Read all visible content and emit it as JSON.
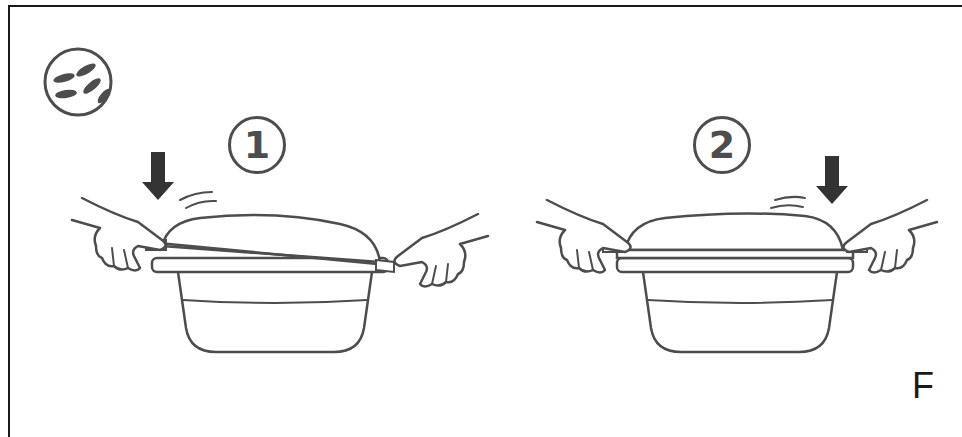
{
  "diagram": {
    "nodes": [
      {
        "text": [
          "1"
        ]
      },
      {
        "text": [
          "2"
        ]
      }
    ],
    "labels": [
      "F"
    ]
  }
}
